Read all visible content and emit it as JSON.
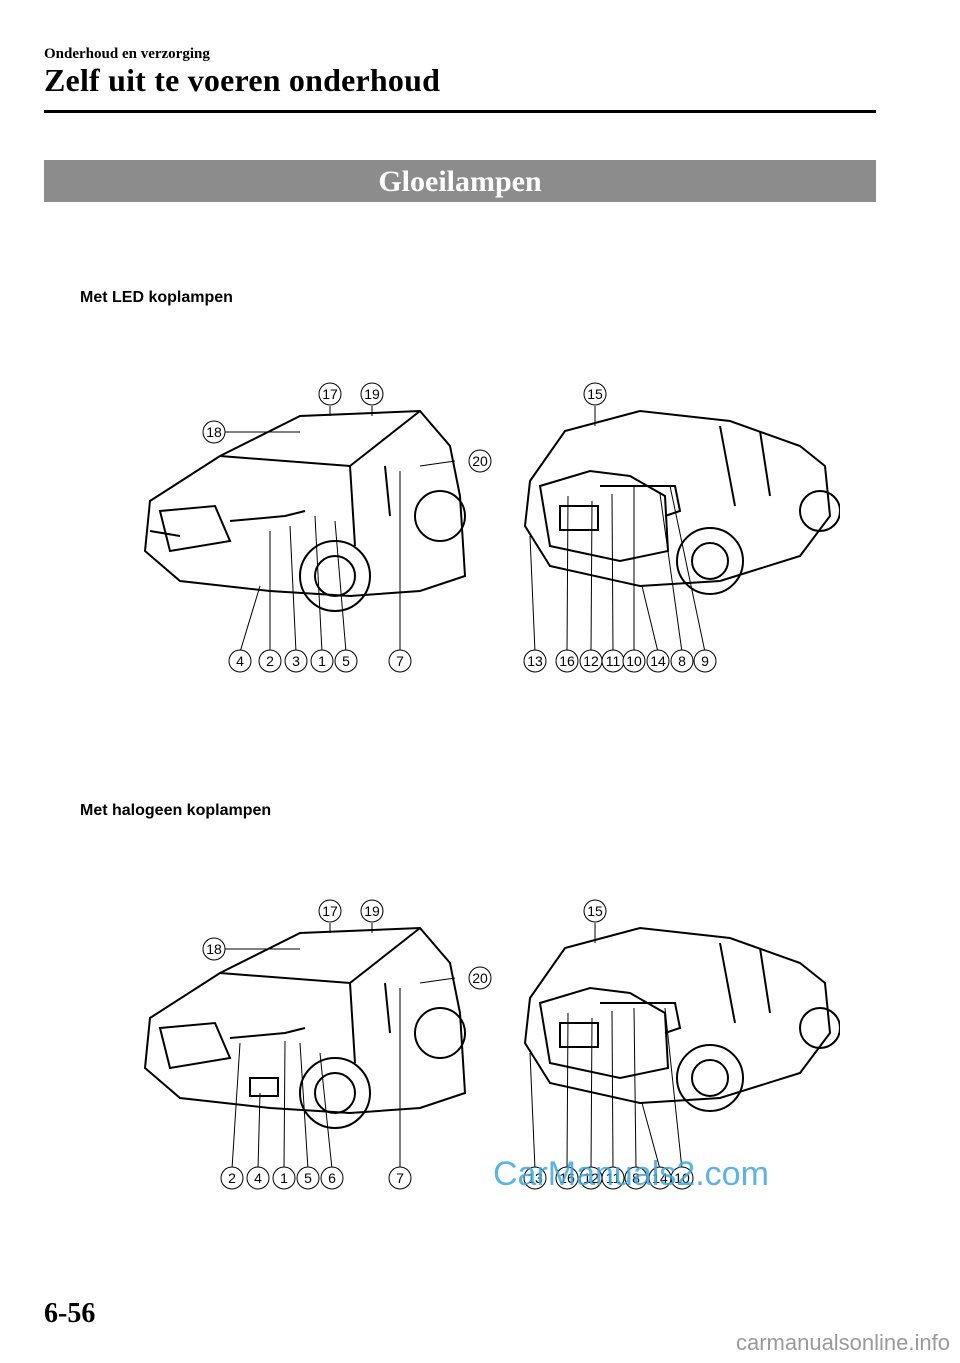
{
  "header": {
    "breadcrumb": "Onderhoud en verzorging",
    "title": "Zelf uit te voeren onderhoud"
  },
  "section": {
    "title": "Gloeilampen"
  },
  "figures": [
    {
      "subheading": "Met LED koplampen",
      "front_bottom": [
        "4",
        "2",
        "3",
        "1",
        "5",
        "7"
      ],
      "front_top": [
        "17",
        "19",
        "18",
        "20"
      ],
      "rear_top": [
        "15"
      ],
      "rear_bottom": [
        "13",
        "16",
        "12",
        "11",
        "10",
        "14",
        "8",
        "9"
      ]
    },
    {
      "subheading": "Met halogeen koplampen",
      "front_bottom": [
        "2",
        "4",
        "1",
        "5",
        "6",
        "7"
      ],
      "front_top": [
        "17",
        "19",
        "18",
        "20"
      ],
      "rear_top": [
        "15"
      ],
      "rear_bottom": [
        "13",
        "16",
        "12",
        "11",
        "8",
        "14",
        "10"
      ]
    }
  ],
  "footer": {
    "page_number": "6-56",
    "watermark": "CarManuals2.com",
    "site": "carmanualsonline.info"
  }
}
